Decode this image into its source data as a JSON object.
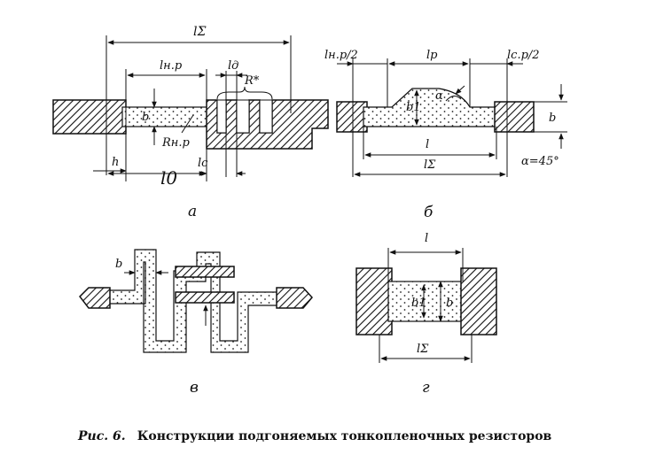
{
  "figure": {
    "caption_prefix": "Рис. 6.",
    "caption_text": "Конструкции подгоняемых тонкопленочных резисторов"
  },
  "panel_a": {
    "letter": "а",
    "labels": {
      "l_total": "lΣ",
      "l_np": "lн.р",
      "l_d": "lд",
      "R_star": "R*",
      "b": "b",
      "R_np": "Rн.р",
      "h": "h",
      "l0": "l0",
      "l_c": "lс"
    }
  },
  "panel_b": {
    "letter": "б",
    "labels": {
      "l_np_half": "lн.р/2",
      "l_p": "lр",
      "l_cp_half": "lс.р/2",
      "alpha": "α",
      "b1": "b1",
      "b": "b",
      "l": "l",
      "l_total": "lΣ",
      "alpha_value": "α=45°"
    }
  },
  "panel_v": {
    "letter": "в",
    "labels": {
      "b": "b"
    }
  },
  "panel_g": {
    "letter": "г",
    "labels": {
      "l": "l",
      "b1": "b1",
      "b": "b",
      "l_total": "lΣ"
    }
  }
}
